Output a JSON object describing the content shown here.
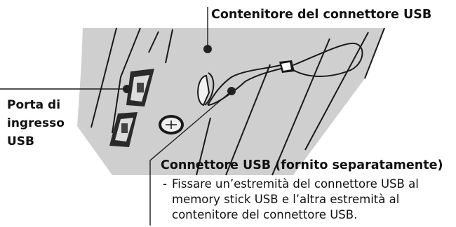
{
  "labels": {
    "usb_housing": "Contenitore del connettore USB",
    "usb_port_lines": [
      "Porta di",
      "ingresso",
      "USB"
    ],
    "usb_connector": "Connettore USB (fornito separatamente)"
  },
  "description": {
    "bullet": "-",
    "text": "Fissare un’estremità del connettore USB al memory stick USB e l’altra estremità al contenitore del connettore USB."
  },
  "colors": {
    "panel": "#cfcfcf",
    "edge": "#1a1a1a",
    "text": "#111111"
  }
}
